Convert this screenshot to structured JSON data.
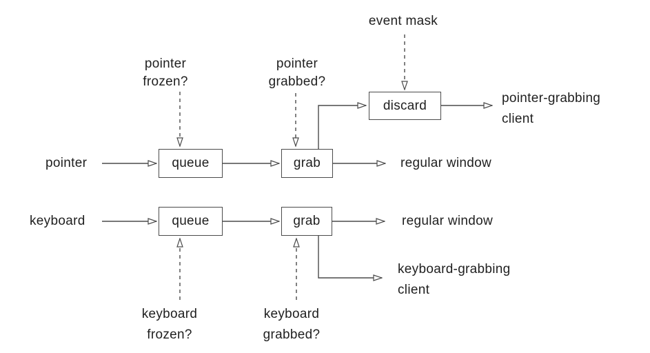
{
  "colors": {
    "background": "#ffffff",
    "line": "#4a4a4a",
    "text": "#1f1f1f"
  },
  "annotations": {
    "event_mask": "event mask",
    "pointer_frozen": {
      "line1": "pointer",
      "line2": "frozen?"
    },
    "pointer_grabbed": {
      "line1": "pointer",
      "line2": "grabbed?"
    },
    "keyboard_frozen": {
      "line1": "keyboard",
      "line2": "frozen?"
    },
    "keyboard_grabbed": {
      "line1": "keyboard",
      "line2": "grabbed?"
    }
  },
  "pointer_row": {
    "source": "pointer",
    "queue_box": "queue",
    "grab_box": "grab",
    "discard_box": "discard",
    "regular_output": "regular window",
    "grabbing_output": {
      "line1": "pointer-grabbing",
      "line2": "client"
    }
  },
  "keyboard_row": {
    "source": "keyboard",
    "queue_box": "queue",
    "grab_box": "grab",
    "regular_output": "regular window",
    "grabbing_output": {
      "line1": "keyboard-grabbing",
      "line2": "client"
    }
  }
}
